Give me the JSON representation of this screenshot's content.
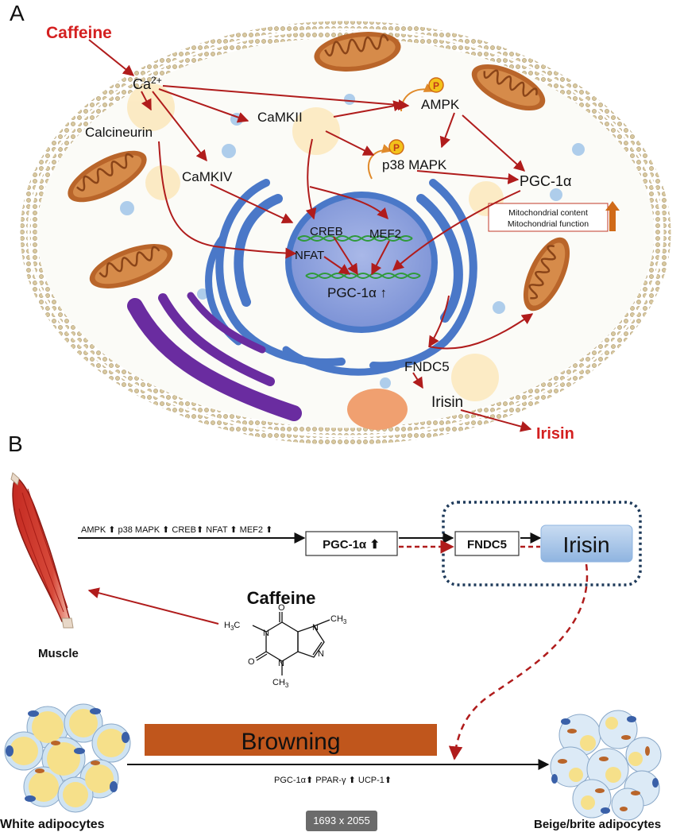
{
  "panel_a": {
    "label": "A",
    "caffeine": "Caffeine",
    "ca_base": "Ca",
    "ca_sup": "2+",
    "calcineurin": "Calcineurin",
    "camkii": "CaMKII",
    "camkiv": "CaMKIV",
    "ampk": "AMPK",
    "p38": "p38 MAPK",
    "phospho": "P",
    "pgc1a": "PGC-1α",
    "creb": "CREB",
    "mef2": "MEF2",
    "nfat": "NFAT",
    "pgc1a_up": "PGC-1α ↑",
    "fndc5": "FNDC5",
    "irisin_inner": "Irisin",
    "irisin_out": "Irisin",
    "mito_line1": "Mitochondrial content",
    "mito_line2": "Mitochondrial function"
  },
  "panel_b": {
    "label": "B",
    "pathway_text": "AMPK ⬆ p38 MAPK ⬆ CREB⬆ NFAT ⬆ MEF2 ⬆",
    "pgc_box": "PGC-1α ⬆",
    "fndc5_box": "FNDC5",
    "irisin_box": "Irisin",
    "caffeine_title": "Caffeine",
    "muscle": "Muscle",
    "browning": "Browning",
    "markers": "PGC-1α⬆ PPAR-γ ⬆ UCP-1⬆",
    "white": "White adipocytes",
    "beige": "Beige/brite adipocytes",
    "mol": {
      "h": "H",
      "c": "C",
      "n": "N",
      "o": "O",
      "sub3": "3"
    }
  },
  "badge": "1693 x 2055",
  "colors": {
    "arrow_red": "#b01c1c",
    "caffeine_red": "#d42020",
    "nucleus": "#4a78c8",
    "er_purple": "#6a2ca0",
    "mito": "#b9652a",
    "browning": "#c0561c",
    "irisin_box": "#a9c8ea"
  }
}
